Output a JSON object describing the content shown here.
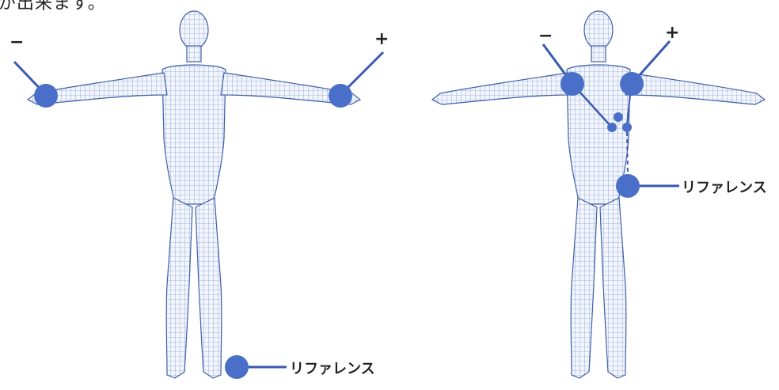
{
  "header": {
    "cut_text": "が出来ます。"
  },
  "figures": {
    "left": {
      "minus_label": "−",
      "plus_label": "+",
      "reference_label": "リファレンス"
    },
    "right": {
      "minus_label": "−",
      "plus_label": "+",
      "reference_label": "リファレンス"
    }
  },
  "colors": {
    "mesh": "#3d5fa8",
    "electrode": "#4a6fc8",
    "lead": "#3a5ab0",
    "label": "#222222"
  }
}
